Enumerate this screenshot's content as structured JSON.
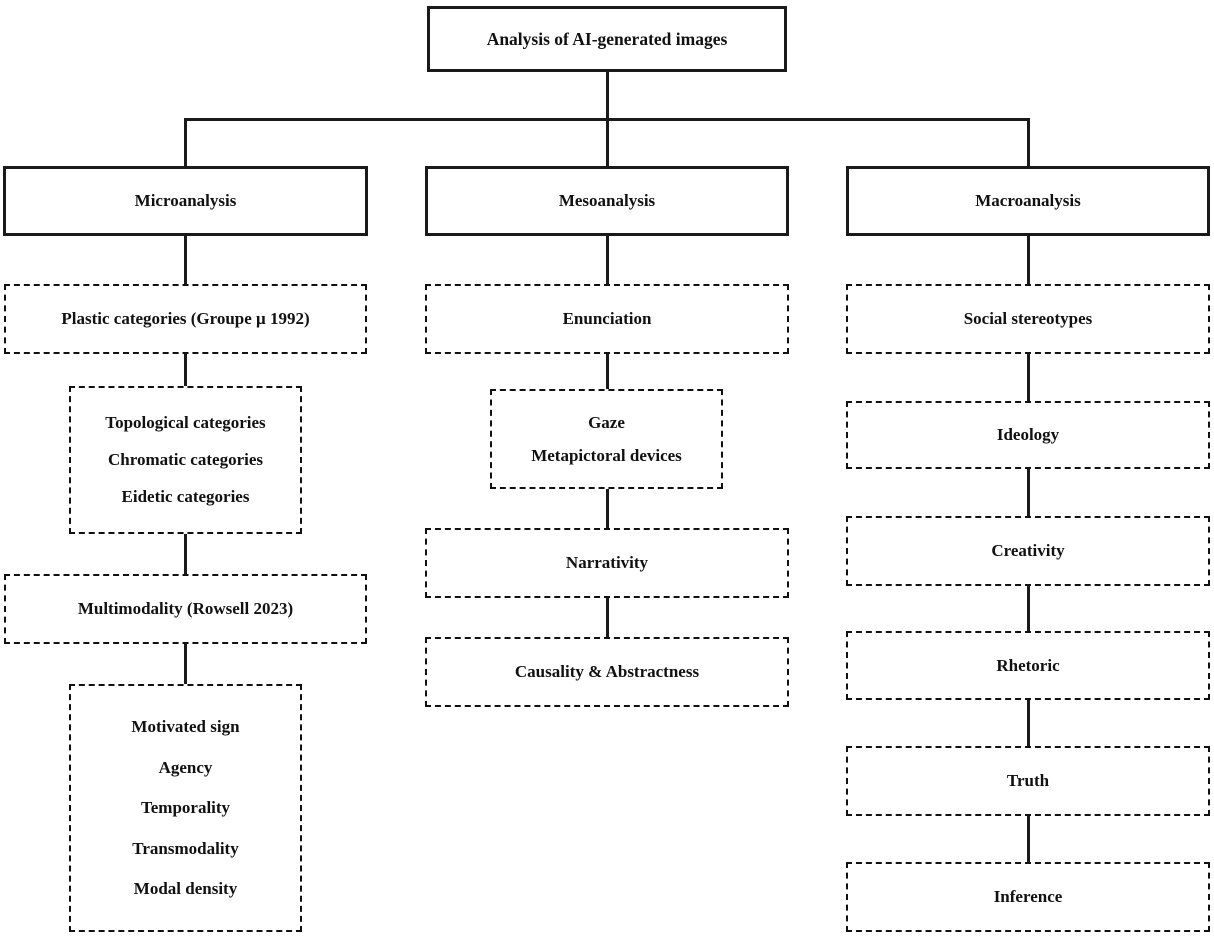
{
  "diagram": {
    "root": "Analysis of AI-generated images",
    "columns": [
      {
        "header": "Microanalysis",
        "boxes": [
          {
            "lines": [
              "Plastic categories (Groupe μ 1992)"
            ]
          },
          {
            "lines": [
              "Topological categories",
              "Chromatic categories",
              "Eidetic categories"
            ]
          },
          {
            "lines": [
              "Multimodality (Rowsell 2023)"
            ]
          },
          {
            "lines": [
              "Motivated sign",
              "Agency",
              "Temporality",
              "Transmodality",
              "Modal density"
            ]
          }
        ]
      },
      {
        "header": "Mesoanalysis",
        "boxes": [
          {
            "lines": [
              "Enunciation"
            ]
          },
          {
            "lines": [
              "Gaze",
              "Metapictoral devices"
            ]
          },
          {
            "lines": [
              "Narrativity"
            ]
          },
          {
            "lines": [
              "Causality & Abstractness"
            ]
          }
        ]
      },
      {
        "header": "Macroanalysis",
        "boxes": [
          {
            "lines": [
              "Social stereotypes"
            ]
          },
          {
            "lines": [
              "Ideology"
            ]
          },
          {
            "lines": [
              "Creativity"
            ]
          },
          {
            "lines": [
              "Rhetoric"
            ]
          },
          {
            "lines": [
              "Truth"
            ]
          },
          {
            "lines": [
              "Inference"
            ]
          }
        ]
      }
    ]
  },
  "colors": {
    "line": "#1a1a1a",
    "background": "#ffffff",
    "text": "#111111"
  }
}
